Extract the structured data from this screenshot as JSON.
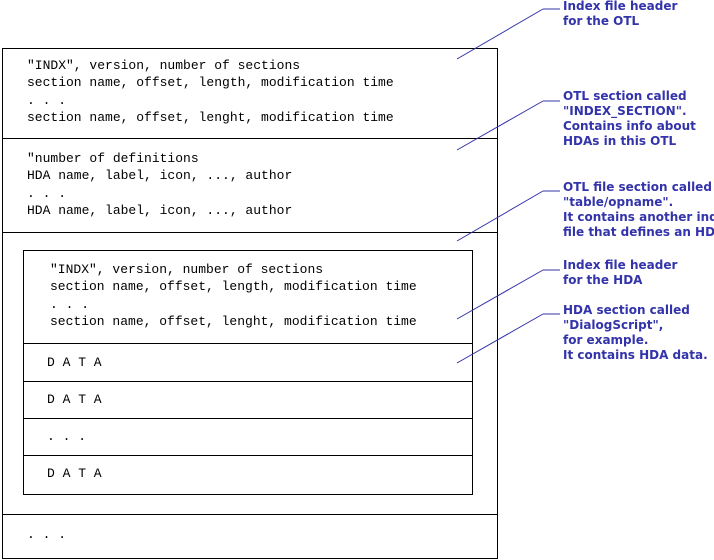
{
  "header_section": {
    "lines": [
      "\"INDX\", version, number of sections",
      "section name, offset, length, modification time",
      ". . .",
      "section name, offset, lenght, modification time"
    ]
  },
  "index_section": {
    "lines": [
      "\"number of definitions",
      "HDA name, label, icon, ..., author",
      ". . .",
      "HDA name, label, icon, ..., author"
    ]
  },
  "inner_header": {
    "lines": [
      "\"INDX\", version, number of sections",
      "section name, offset, length, modification time",
      ". . .",
      "section name, offset, lenght, modification time"
    ]
  },
  "inner_rows": [
    "D A T A",
    "D A T A",
    ". . .",
    "D A T A"
  ],
  "tail_text": ". . .",
  "annotations": [
    {
      "lines": [
        "Index file header",
        "for the OTL"
      ]
    },
    {
      "lines": [
        "OTL section called",
        "\"INDEX_SECTION\".",
        "Contains info about",
        "HDAs in this OTL"
      ]
    },
    {
      "lines": [
        "OTL file section called",
        "\"table/opname\".",
        "It contains another index",
        "file that defines an HDA"
      ]
    },
    {
      "lines": [
        "Index file header",
        "for the HDA"
      ]
    },
    {
      "lines": [
        "HDA section called",
        "\"DialogScript\",",
        "for example.",
        "It contains HDA data."
      ]
    }
  ],
  "colors": {
    "annotation": "#3333aa",
    "border": "#000000"
  }
}
